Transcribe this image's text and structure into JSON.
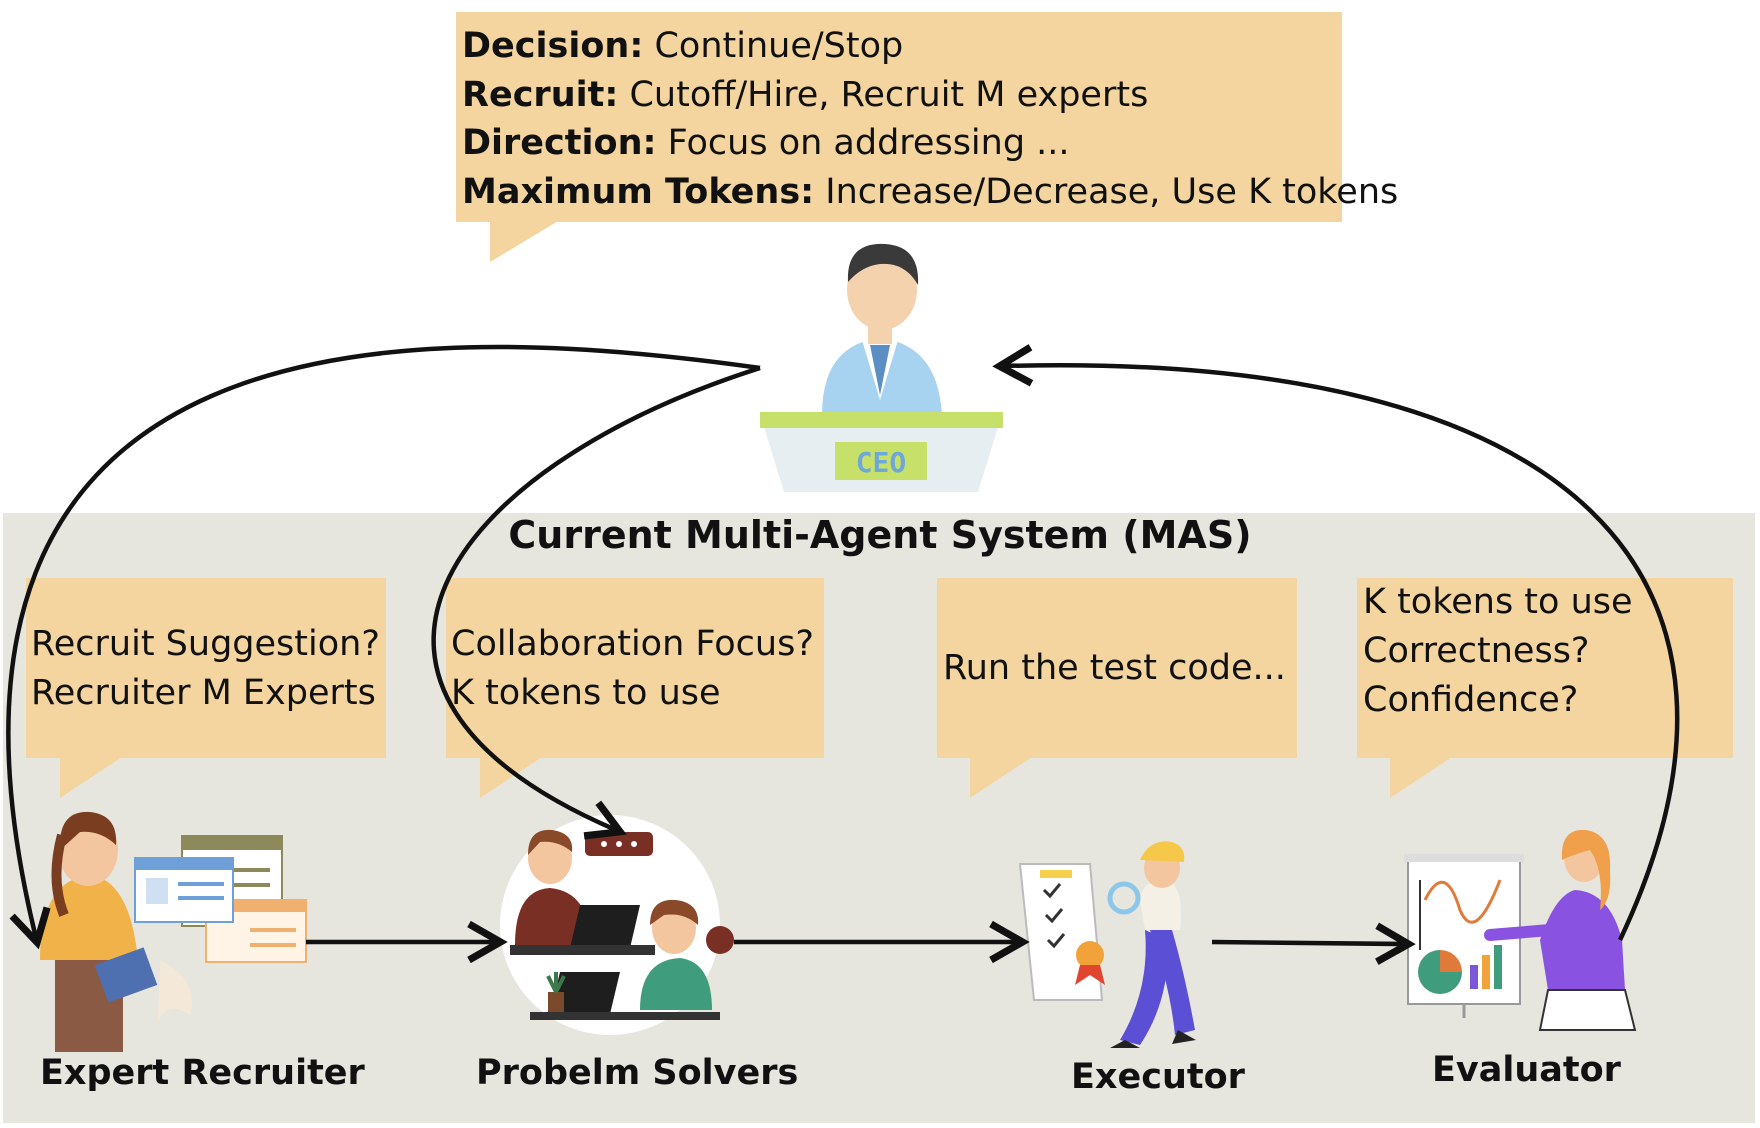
{
  "ceo_bubble": {
    "lines": [
      {
        "label": "Decision:",
        "text": "Continue/Stop"
      },
      {
        "label": "Recruit:",
        "text": "Cutoff/Hire, Recruit M experts"
      },
      {
        "label": "Direction:",
        "text": "Focus on addressing ..."
      },
      {
        "label": "Maximum Tokens:",
        "text": "Increase/Decrease, Use K tokens"
      }
    ]
  },
  "ceo": {
    "badge": "CEO"
  },
  "mas_title": "Current Multi-Agent System (MAS)",
  "agents": [
    {
      "name": "Expert Recruiter",
      "bubble": [
        "Recruit Suggestion?",
        "Recruiter M Experts"
      ]
    },
    {
      "name": "Probelm Solvers",
      "bubble": [
        "Collaboration Focus?",
        "K tokens to use"
      ]
    },
    {
      "name": "Executor",
      "bubble": [
        "Run the test code..."
      ]
    },
    {
      "name": "Evaluator",
      "bubble": [
        "K tokens to use",
        "Correctness?",
        "Confidence?"
      ]
    }
  ],
  "colors": {
    "bubble": "#f4d59f",
    "panel": "#e6e6df",
    "arrow": "#111111",
    "ceo_desk": "#c7e06a",
    "ceo_jacket": "#a8d3f0"
  }
}
